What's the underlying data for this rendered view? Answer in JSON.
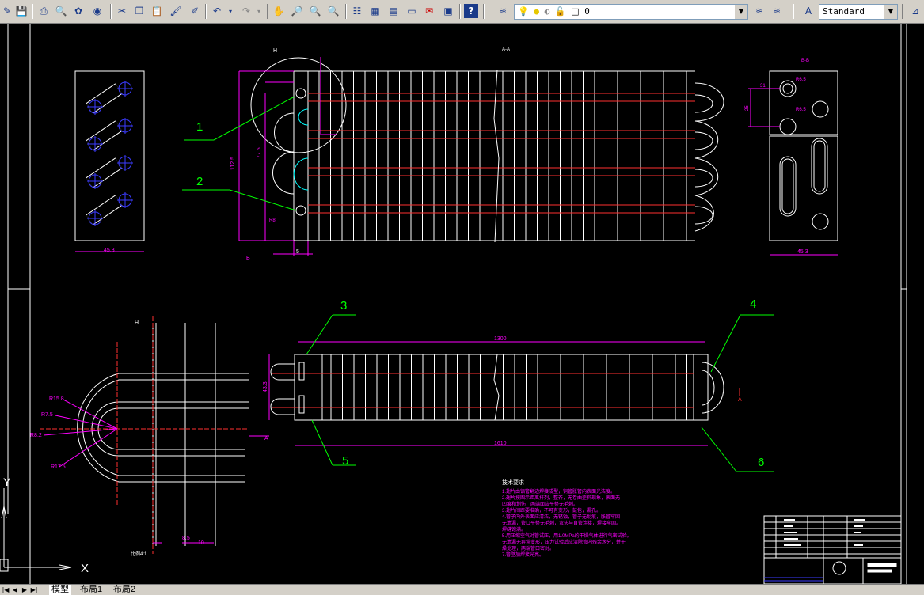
{
  "toolbar": {
    "layer_value": "0",
    "text_style_value": "Standard",
    "icons": [
      "redraw-icon",
      "save-icon",
      "plot-icon",
      "plot-preview-icon",
      "publish-icon",
      "3d-dwf-icon",
      "cut-icon",
      "copy-icon",
      "paste-icon",
      "match-properties-icon",
      "block-editor-icon",
      "undo-icon",
      "redo-icon",
      "pan-icon",
      "zoom-realtime-icon",
      "zoom-window-icon",
      "zoom-previous-icon",
      "properties-icon",
      "design-center-icon",
      "tool-palettes-icon",
      "sheet-set-icon",
      "markup-icon",
      "calculator-icon",
      "help-icon",
      "layer-manager-icon",
      "layer-previous-icon",
      "layer-state-icon"
    ]
  },
  "drawing": {
    "section_labels": {
      "h_top": "H",
      "aa": "A-A",
      "bb": "B-B",
      "h_detail": "H",
      "b_mark": "B",
      "a_mark_left": "A",
      "a_mark_right": "A"
    },
    "balloons": {
      "b1": "1",
      "b2": "2",
      "b3": "3",
      "b4": "4",
      "b5": "5",
      "b6": "6"
    },
    "dimensions": {
      "plate_width_left": "45.3",
      "plate_width_right": "45.3",
      "height_total": "112.5",
      "height_inner": "77.5",
      "plate_thk": "5",
      "tube_len": "1300",
      "total_len": "1610",
      "side_h": "43.3",
      "r_a": "R15.8",
      "r_b": "R7.5",
      "r_c": "R8.2",
      "r_d": "R17.5",
      "d_a": "8.5",
      "d_b": "10",
      "bb_a": "R6.5",
      "bb_b": "25",
      "bb_c": "31",
      "bb_d": "R6.5",
      "dia": "R8"
    },
    "detail_scale": "比例4:1",
    "notes_title": "技术要求",
    "notes": [
      "1.翅片由铝管翻边焊接成型，铜管胀管内表面光洁度。",
      "2.翅片按图示距离排列，整齐，无卷曲歪斜现象，表面无",
      "凹痕和划伤，两端面应平整无毛刺。",
      "3.翅片间距要准确，不可有变形，鼓包，漏孔。",
      "4.管子内外表面应清洁，无锈蚀，管子无划痕，胀管牢固",
      "无泄漏，管口平整无毛刺，弯头与直管连接，焊接牢固。",
      "焊缝饱满。",
      "5.用压缩空气对管试压，用1.0MPa的干燥气体进行气密试验。",
      "无泄漏无异常变形，压力试验后应清除管内残余水分，并干",
      "燥处理，两端管口密封。",
      "7.管壁加焊接光亮。"
    ]
  },
  "tabs": {
    "model": "模型",
    "layout1": "布局1",
    "layout2": "布局2"
  },
  "ucs": {
    "x": "X",
    "y": "Y"
  }
}
